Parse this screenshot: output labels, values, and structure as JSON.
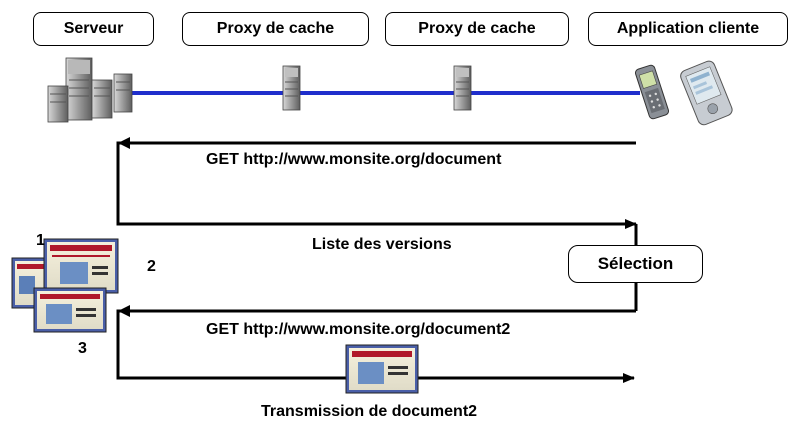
{
  "nodes": {
    "server": "Serveur",
    "proxy_1": "Proxy de cache",
    "proxy_2": "Proxy de cache",
    "client": "Application cliente"
  },
  "messages": {
    "get_document": "GET http://www.monsite.org/document",
    "version_list": "Liste des versions",
    "get_document2": "GET http://www.monsite.org/document2",
    "transmission": "Transmission de document2"
  },
  "selection": "Sélection",
  "steps": [
    "1",
    "2",
    "3"
  ],
  "colors": {
    "network_line": "#1f2ecc",
    "arrow": "#000000",
    "server_gray": "#8c8c8c",
    "screen_red": "#b0182a"
  }
}
